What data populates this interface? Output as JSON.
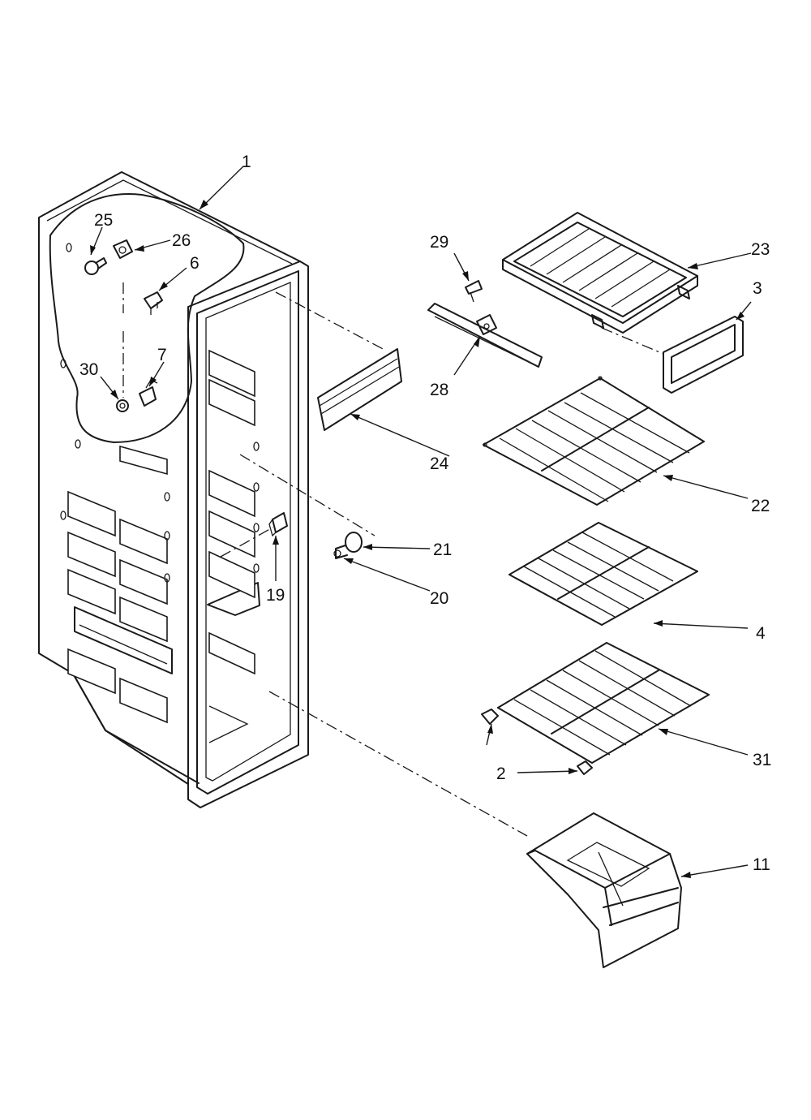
{
  "callouts": [
    {
      "id": "1",
      "text": "1"
    },
    {
      "id": "25",
      "text": "25"
    },
    {
      "id": "26",
      "text": "26"
    },
    {
      "id": "6",
      "text": "6"
    },
    {
      "id": "7",
      "text": "7"
    },
    {
      "id": "30",
      "text": "30"
    },
    {
      "id": "29",
      "text": "29"
    },
    {
      "id": "28",
      "text": "28"
    },
    {
      "id": "23",
      "text": "23"
    },
    {
      "id": "3",
      "text": "3"
    },
    {
      "id": "24",
      "text": "24"
    },
    {
      "id": "22",
      "text": "22"
    },
    {
      "id": "21",
      "text": "21"
    },
    {
      "id": "20",
      "text": "20"
    },
    {
      "id": "19",
      "text": "19"
    },
    {
      "id": "4",
      "text": "4"
    },
    {
      "id": "31",
      "text": "31"
    },
    {
      "id": "2",
      "text": "2"
    },
    {
      "id": "11",
      "text": "11"
    }
  ]
}
